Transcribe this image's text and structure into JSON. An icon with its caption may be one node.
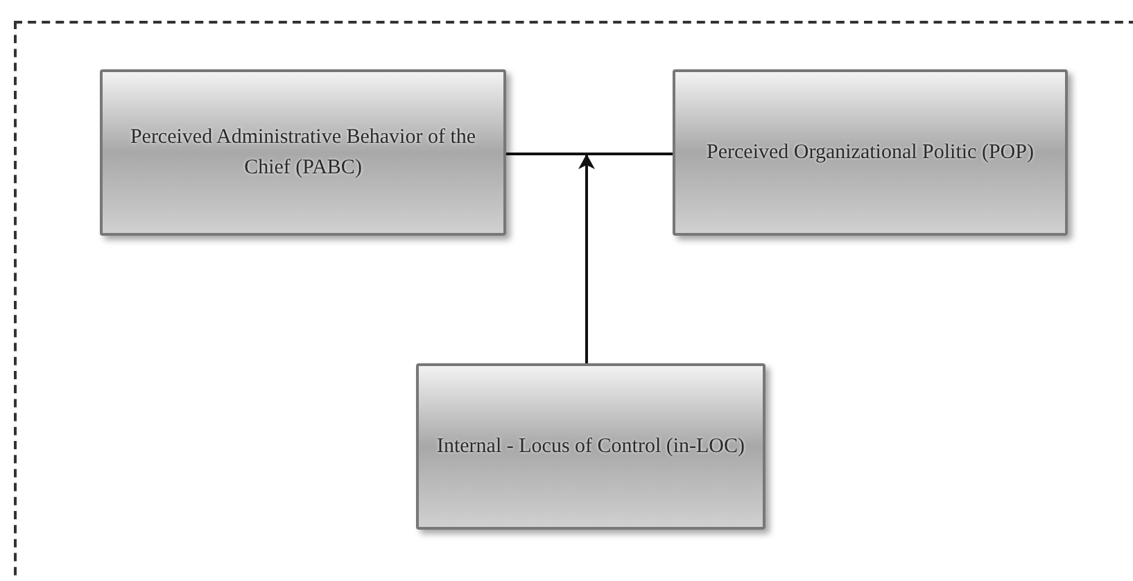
{
  "diagram": {
    "nodes": [
      {
        "text": [
          "Perceived Administrative Behavior of the Chief (PABC)"
        ]
      },
      {
        "text": [
          "Perceived Organizational Politic (POP)"
        ]
      },
      {
        "text": [
          "Internal - Locus of Control (in-LOC)"
        ]
      }
    ],
    "edges": [
      {
        "from": 0,
        "to": 1,
        "arrow": "none"
      },
      {
        "from": 2,
        "to": null,
        "arrow": "to"
      }
    ]
  }
}
